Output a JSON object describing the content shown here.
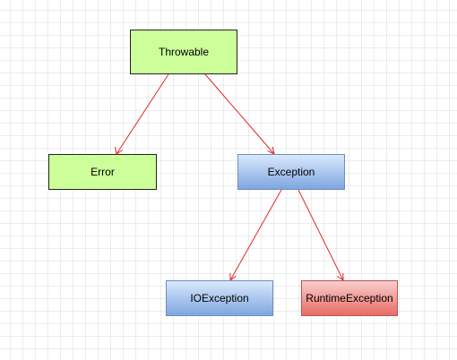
{
  "diagram": {
    "nodes": {
      "throwable": {
        "label": "Throwable"
      },
      "error": {
        "label": "Error"
      },
      "exception": {
        "label": "Exception"
      },
      "ioexception": {
        "label": "IOException"
      },
      "runtimeexception": {
        "label": "RuntimeException"
      }
    },
    "edges": [
      {
        "from": "throwable",
        "to": "error"
      },
      {
        "from": "throwable",
        "to": "exception"
      },
      {
        "from": "exception",
        "to": "ioexception"
      },
      {
        "from": "exception",
        "to": "runtimeexception"
      }
    ],
    "colors": {
      "edge": "#e0282b",
      "green_fill": "#ccff99",
      "blue_fill": "#dae8fc",
      "red_fill": "#f8cecc"
    }
  }
}
